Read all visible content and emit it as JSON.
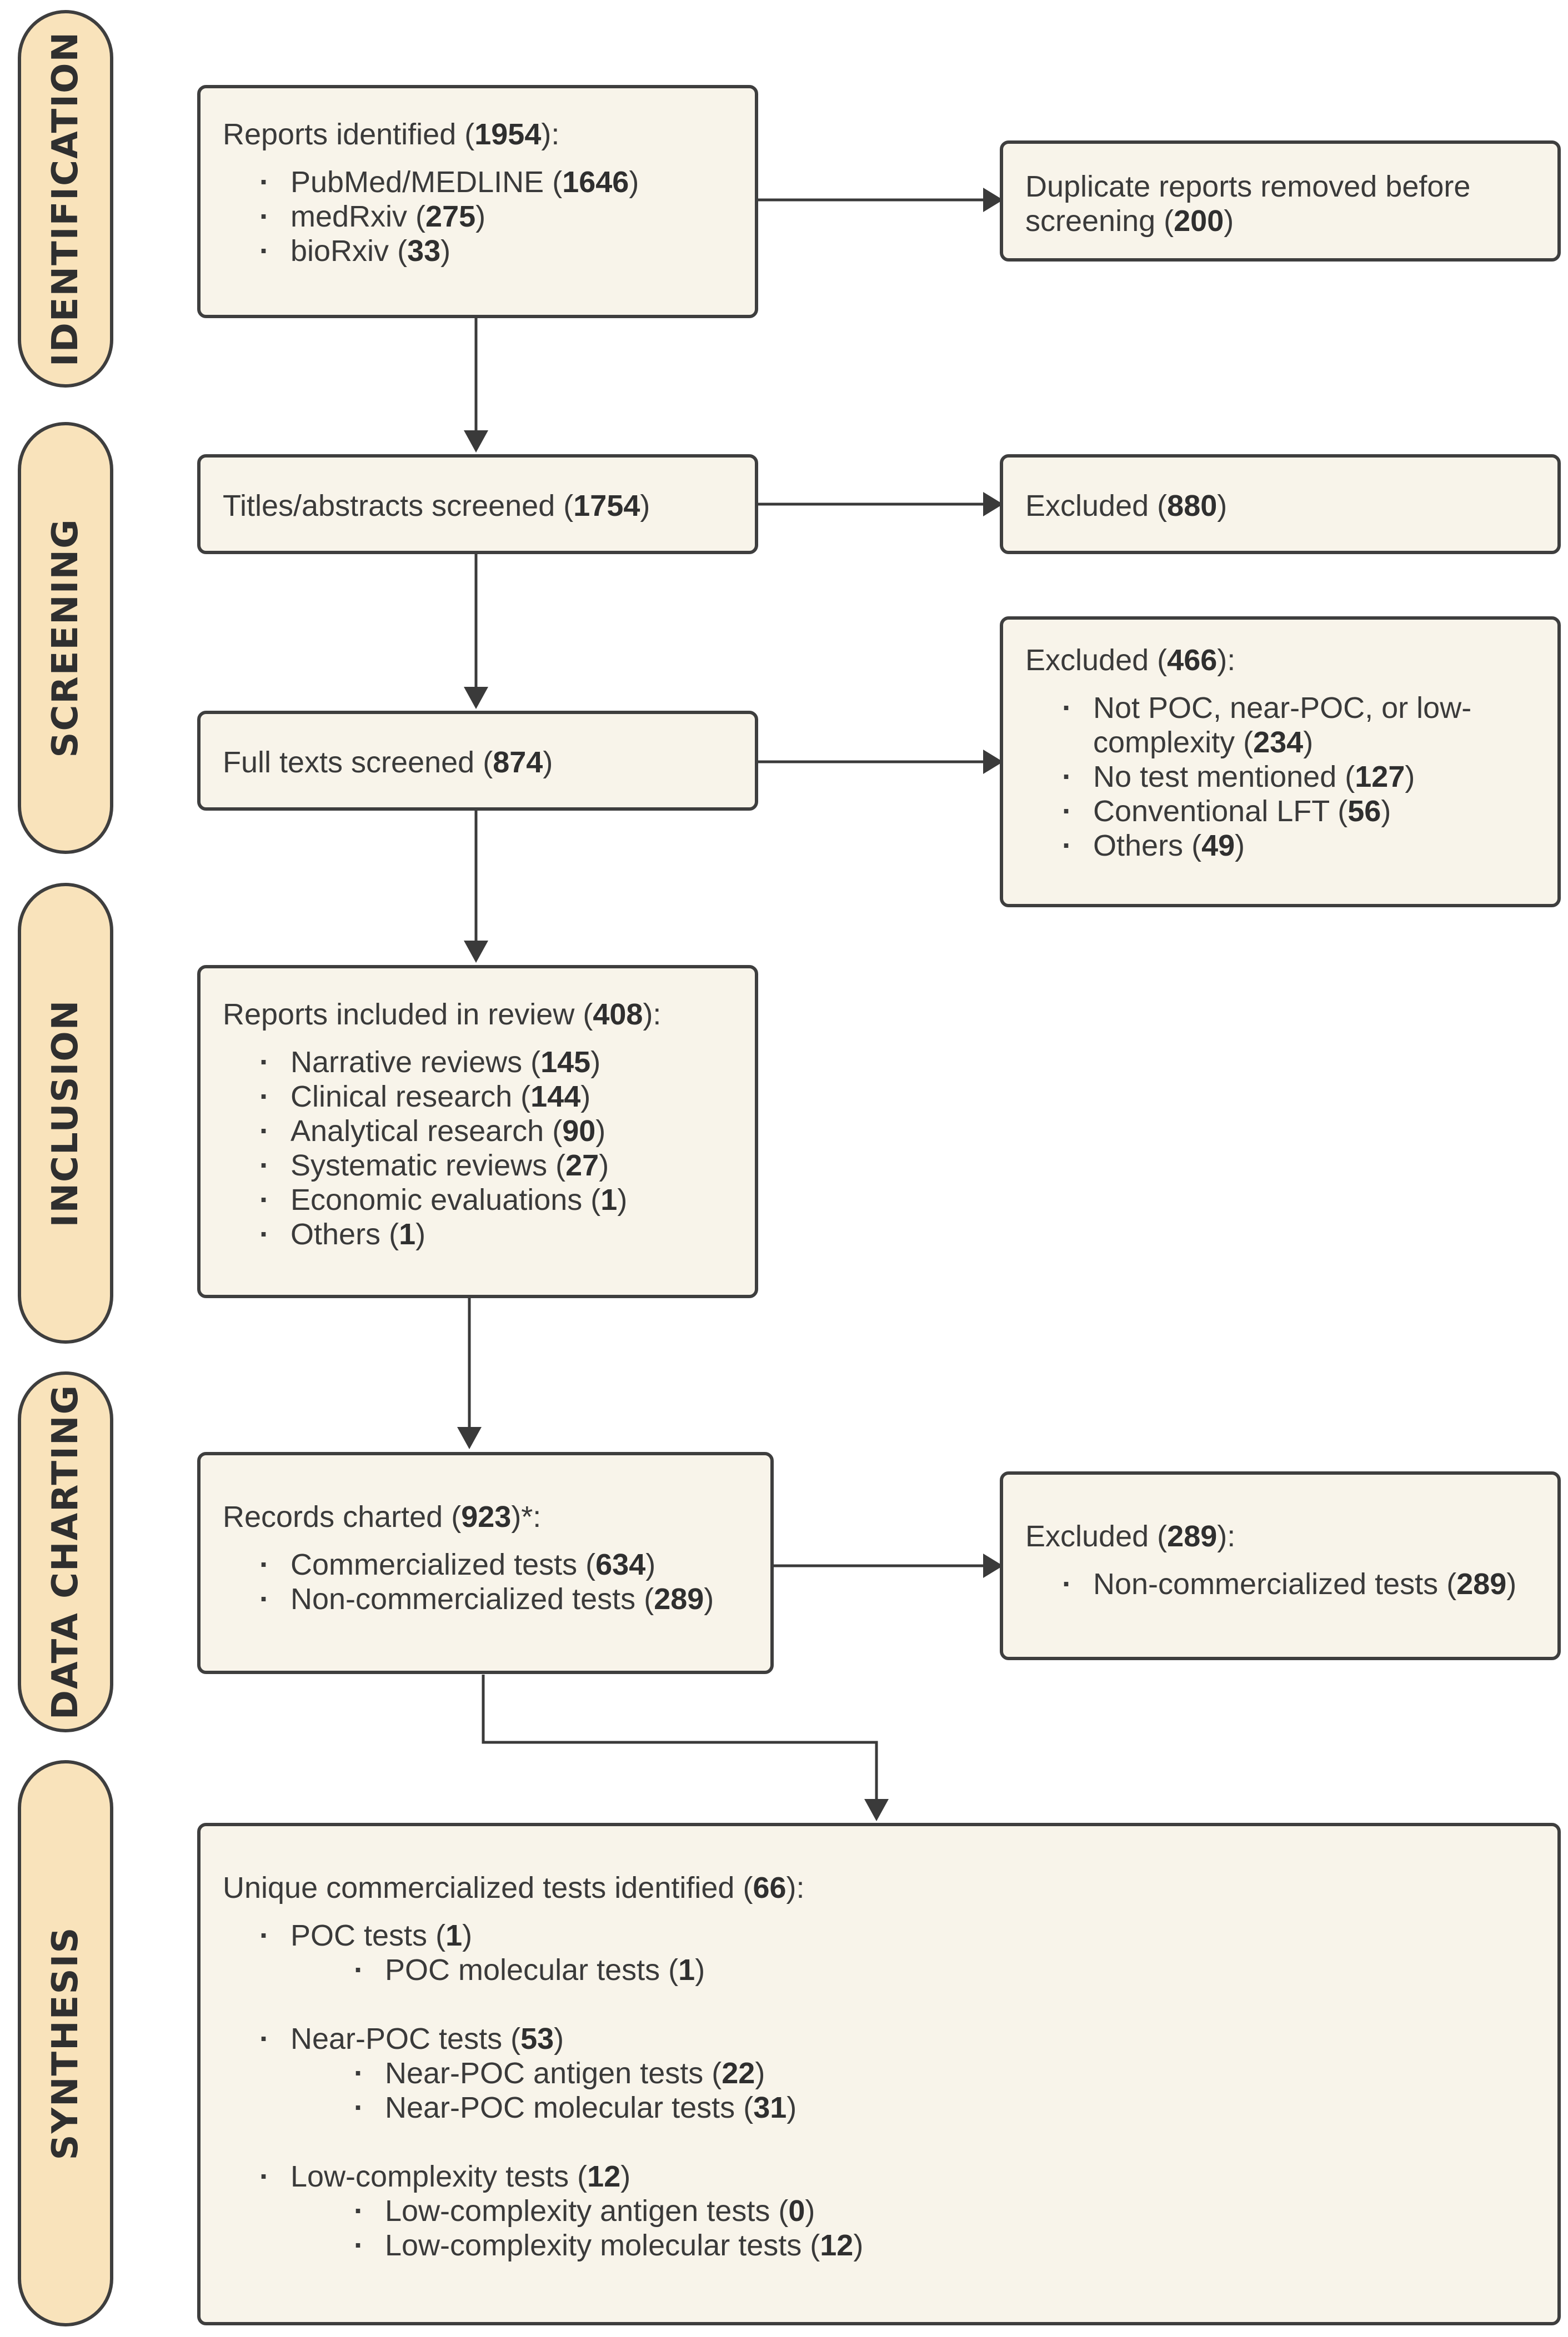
{
  "stages": {
    "identification": "IDENTIFICATION",
    "screening": "SCREENING",
    "inclusion": "INCLUSION",
    "data_charting": "DATA CHARTING",
    "synthesis": "SYNTHESIS"
  },
  "identified": {
    "title_pre": "Reports identified (",
    "count": "1954",
    "title_post": "):",
    "items": [
      {
        "label": "PubMed/MEDLINE",
        "count": "1646"
      },
      {
        "label": "medRxiv",
        "count": "275"
      },
      {
        "label": "bioRxiv",
        "count": "33"
      }
    ]
  },
  "duplicates": {
    "text": "Duplicate reports removed before screening",
    "count": "200"
  },
  "titles_screened": {
    "text": "Titles/abstracts screened",
    "count": "1754"
  },
  "excluded_titles": {
    "text": "Excluded",
    "count": "880"
  },
  "fulltexts_screened": {
    "text": "Full texts screened",
    "count": "874"
  },
  "excluded_fulltexts": {
    "title": "Excluded",
    "count": "466",
    "items": [
      {
        "label": "Not POC, near-POC, or low-complexity",
        "count": "234"
      },
      {
        "label": "No test mentioned",
        "count": "127"
      },
      {
        "label": "Conventional LFT",
        "count": "56"
      },
      {
        "label": "Others",
        "count": "49"
      }
    ]
  },
  "included": {
    "title": "Reports included in review",
    "count": "408",
    "items": [
      {
        "label": "Narrative reviews",
        "count": "145"
      },
      {
        "label": "Clinical research",
        "count": "144"
      },
      {
        "label": "Analytical research",
        "count": "90"
      },
      {
        "label": "Systematic reviews",
        "count": "27"
      },
      {
        "label": "Economic evaluations",
        "count": "1"
      },
      {
        "label": "Others",
        "count": "1"
      }
    ]
  },
  "charted": {
    "title": "Records charted",
    "count": "923",
    "suffix": ")*:",
    "items": [
      {
        "label": "Commercialized tests",
        "count": "634"
      },
      {
        "label": "Non-commercialized tests",
        "count": "289"
      }
    ]
  },
  "excluded_charting": {
    "title": "Excluded",
    "count": "289",
    "items": [
      {
        "label": "Non-commercialized tests",
        "count": "289"
      }
    ]
  },
  "synthesis": {
    "title": "Unique commercialized tests identified",
    "count": "66",
    "groups": [
      {
        "label": "POC tests",
        "count": "1",
        "subitems": [
          {
            "label": "POC molecular tests",
            "count": "1"
          }
        ]
      },
      {
        "label": "Near-POC tests",
        "count": "53",
        "subitems": [
          {
            "label": "Near-POC antigen tests",
            "count": "22"
          },
          {
            "label": "Near-POC molecular tests",
            "count": "31"
          }
        ]
      },
      {
        "label": "Low-complexity tests",
        "count": "12",
        "subitems": [
          {
            "label": "Low-complexity antigen tests",
            "count": "0"
          },
          {
            "label": "Low-complexity molecular tests",
            "count": "12"
          }
        ]
      }
    ]
  }
}
